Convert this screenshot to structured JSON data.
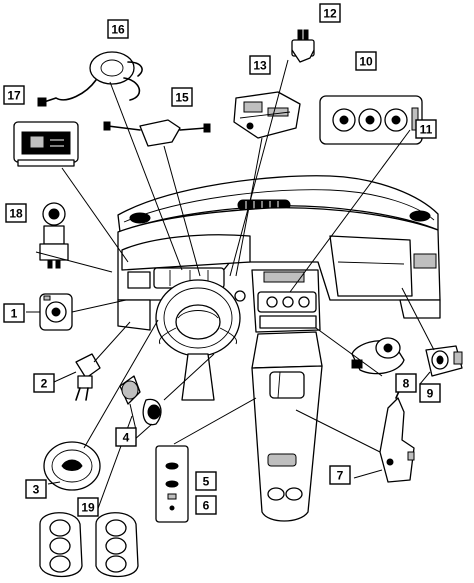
{
  "diagram": {
    "callouts": [
      {
        "id": "c1",
        "label": "1"
      },
      {
        "id": "c2",
        "label": "2"
      },
      {
        "id": "c3",
        "label": "3"
      },
      {
        "id": "c4",
        "label": "4"
      },
      {
        "id": "c5",
        "label": "5"
      },
      {
        "id": "c6",
        "label": "6"
      },
      {
        "id": "c7",
        "label": "7"
      },
      {
        "id": "c8",
        "label": "8"
      },
      {
        "id": "c9",
        "label": "9"
      },
      {
        "id": "c10",
        "label": "10"
      },
      {
        "id": "c11",
        "label": "11"
      },
      {
        "id": "c12",
        "label": "12"
      },
      {
        "id": "c13",
        "label": "13"
      },
      {
        "id": "c15",
        "label": "15"
      },
      {
        "id": "c16",
        "label": "16"
      },
      {
        "id": "c17",
        "label": "17"
      },
      {
        "id": "c18",
        "label": "18"
      },
      {
        "id": "c19",
        "label": "19"
      }
    ]
  }
}
